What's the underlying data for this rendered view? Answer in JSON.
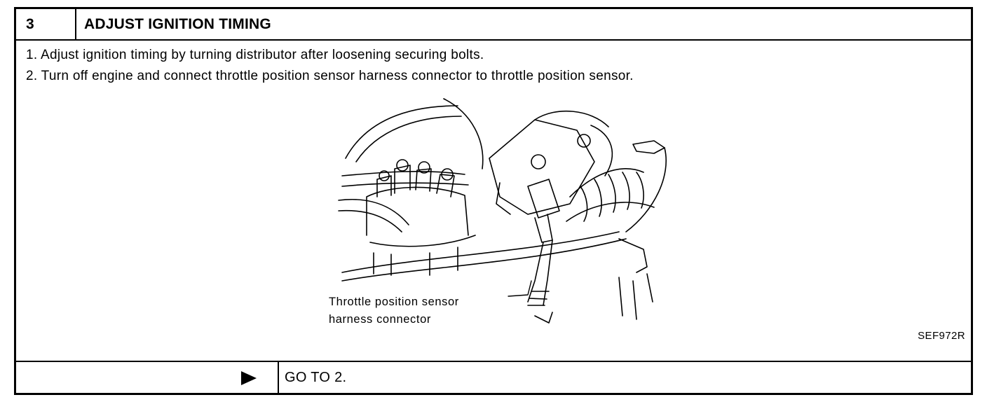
{
  "step": {
    "number": "3",
    "title": "ADJUST IGNITION TIMING"
  },
  "instructions": [
    "1. Adjust ignition timing by turning distributor after loosening securing bolts.",
    "2. Turn off engine and connect throttle position sensor harness connector to throttle position sensor."
  ],
  "figure": {
    "callout_line1": "Throttle position sensor",
    "callout_line2": "harness connector",
    "figure_id": "SEF972R"
  },
  "footer": {
    "arrow_icon": "right-triangle-icon",
    "action": "GO TO 2."
  }
}
